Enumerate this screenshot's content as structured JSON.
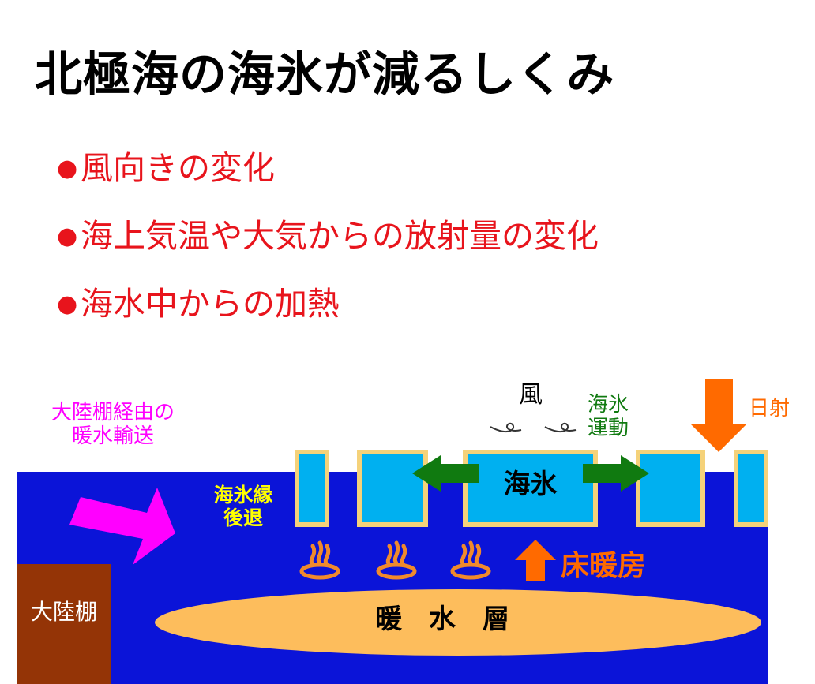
{
  "title": "北極海の海氷が減るしくみ",
  "bullets": [
    {
      "text": "風向きの変化"
    },
    {
      "text": "海上気温や大気からの放射量の変化"
    },
    {
      "text": "海水中からの加熱"
    }
  ],
  "diagram": {
    "shelf_transport": [
      "大陸棚経由の",
      "暖水輸送"
    ],
    "wind": "風",
    "ice_motion": [
      "海氷",
      "運動"
    ],
    "solar": "日射",
    "sea_ice": "海氷",
    "ice_edge_retreat": [
      "海氷縁",
      "後退"
    ],
    "floor_heating": "床暖房",
    "warm_layer": "暖　水　層",
    "shelf": "大陸棚"
  },
  "colors": {
    "ocean": "#0b14d8",
    "ice": "#00b0f0",
    "ice_border": "#f5d27a",
    "warm_layer": "#fdbd5c",
    "shelf": "#943406",
    "bullet_red": "#e8141c",
    "magenta": "#ff00ff",
    "green": "#107a10",
    "orange": "#ff6a00",
    "yellow": "#ffff00"
  }
}
